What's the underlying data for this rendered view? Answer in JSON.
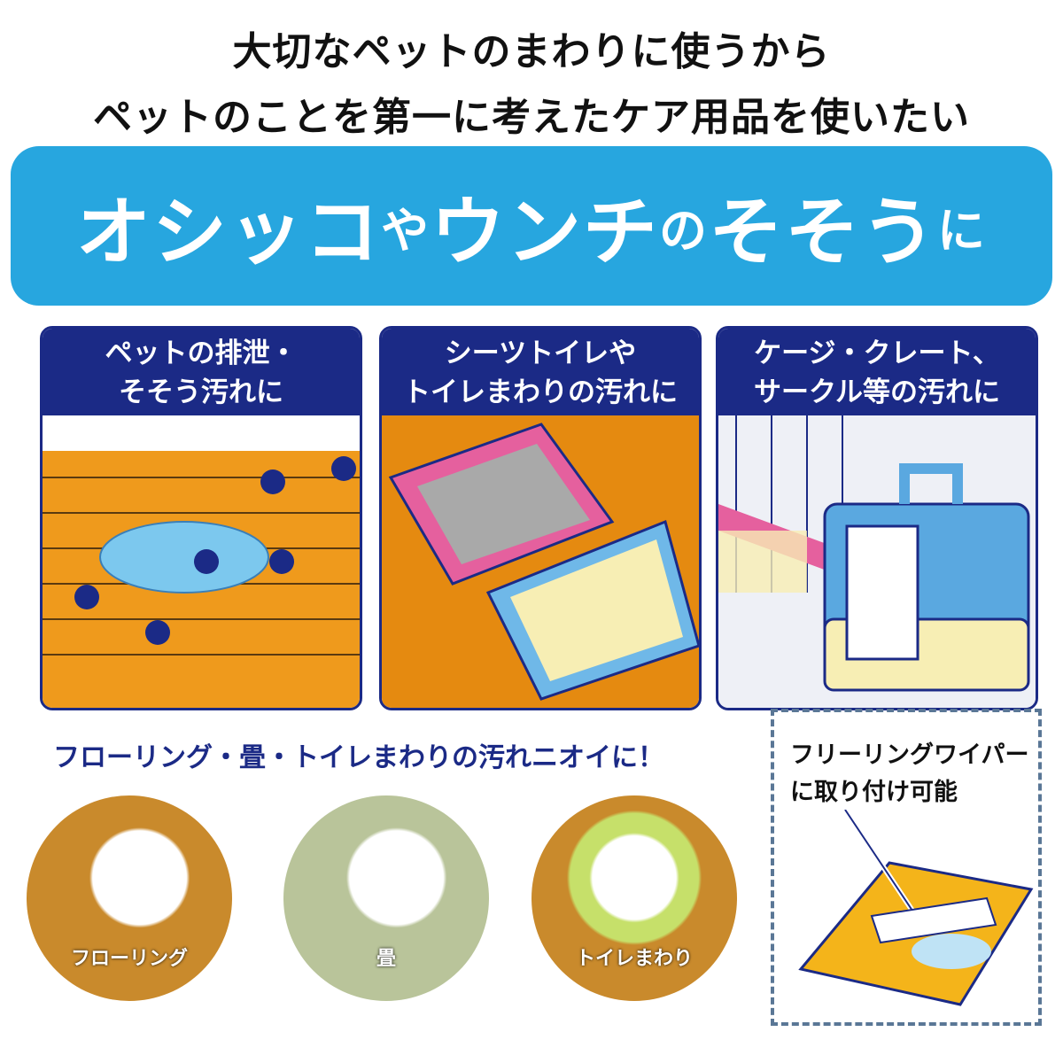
{
  "headline": {
    "line1": "大切なペットのまわりに使うから",
    "line2": "ペットのことを第一に考えたケア用品を使いたい"
  },
  "banner": {
    "parts": [
      "オシッコ",
      "や",
      "ウンチ",
      "の",
      "そそう",
      "に"
    ],
    "color": "#27a6df"
  },
  "panels": [
    {
      "line1": "ペットの排泄・",
      "line2": "そそう汚れに"
    },
    {
      "line1": "シーツトイレや",
      "line2": "トイレまわりの汚れに"
    },
    {
      "line1": "ケージ・クレート、",
      "line2": "サークル等の汚れに"
    }
  ],
  "subheading": "フローリング・畳・トイレまわりの汚れニオイに！",
  "photos": [
    {
      "label": "フローリング"
    },
    {
      "label": "畳"
    },
    {
      "label": "トイレまわり"
    }
  ],
  "wiper_note": {
    "line1": "フリーリングワイパー",
    "line2": "に取り付け可能"
  },
  "colors": {
    "navy": "#1b2a86",
    "floor": "#ef9a1c"
  }
}
